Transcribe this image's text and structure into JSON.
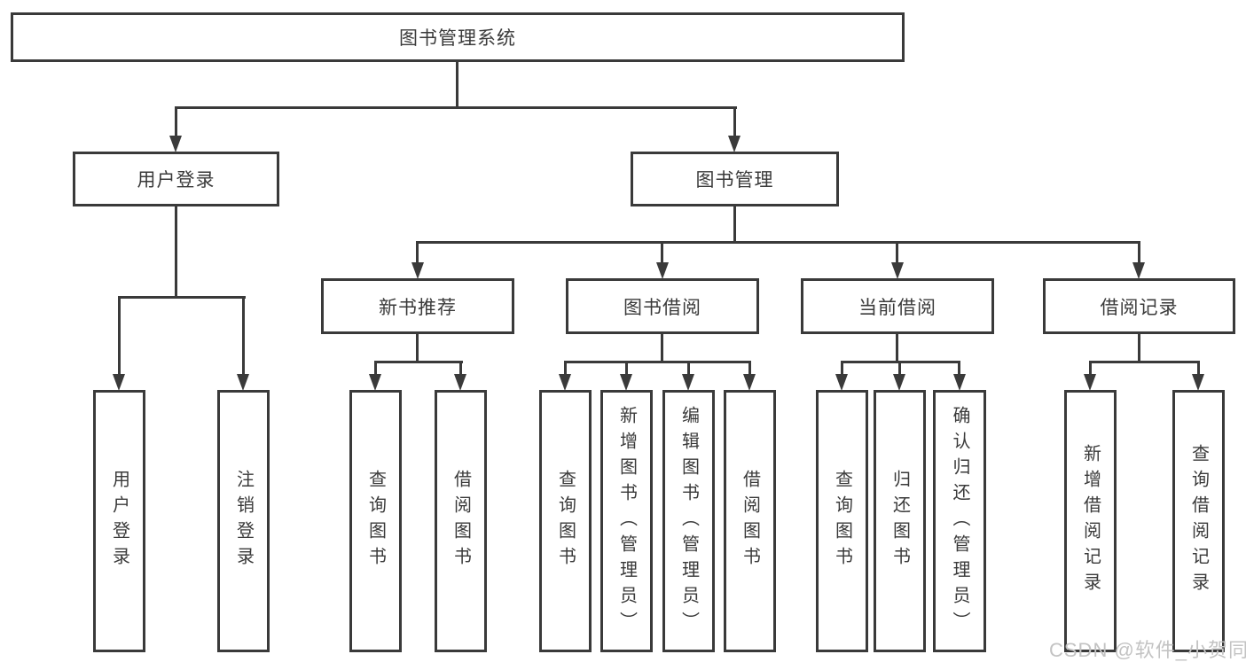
{
  "title": "图书管理系统",
  "colors": {
    "line": "#3a3a3a",
    "text": "#3a3a3a",
    "box_background": "#ffffff",
    "watermark": "#c3c3c3"
  },
  "tree": {
    "root": {
      "label": "图书管理系统"
    },
    "branches": [
      {
        "label": "用户登录",
        "children": [
          {
            "label": "用户登录"
          },
          {
            "label": "注销登录"
          }
        ]
      },
      {
        "label": "图书管理",
        "children": [
          {
            "label": "新书推荐",
            "children": [
              {
                "label": "查询图书"
              },
              {
                "label": "借阅图书"
              }
            ]
          },
          {
            "label": "图书借阅",
            "children": [
              {
                "label": "查询图书"
              },
              {
                "label": "新增图书（管理员）"
              },
              {
                "label": "编辑图书（管理员）"
              },
              {
                "label": "借阅图书"
              }
            ]
          },
          {
            "label": "当前借阅",
            "children": [
              {
                "label": "查询图书"
              },
              {
                "label": "归还图书"
              },
              {
                "label": "确认归还（管理员）"
              }
            ]
          },
          {
            "label": "借阅记录",
            "children": [
              {
                "label": "新增借阅记录"
              },
              {
                "label": "查询借阅记录"
              }
            ]
          }
        ]
      }
    ]
  },
  "watermark": "CSDN @软件_小贺同学"
}
